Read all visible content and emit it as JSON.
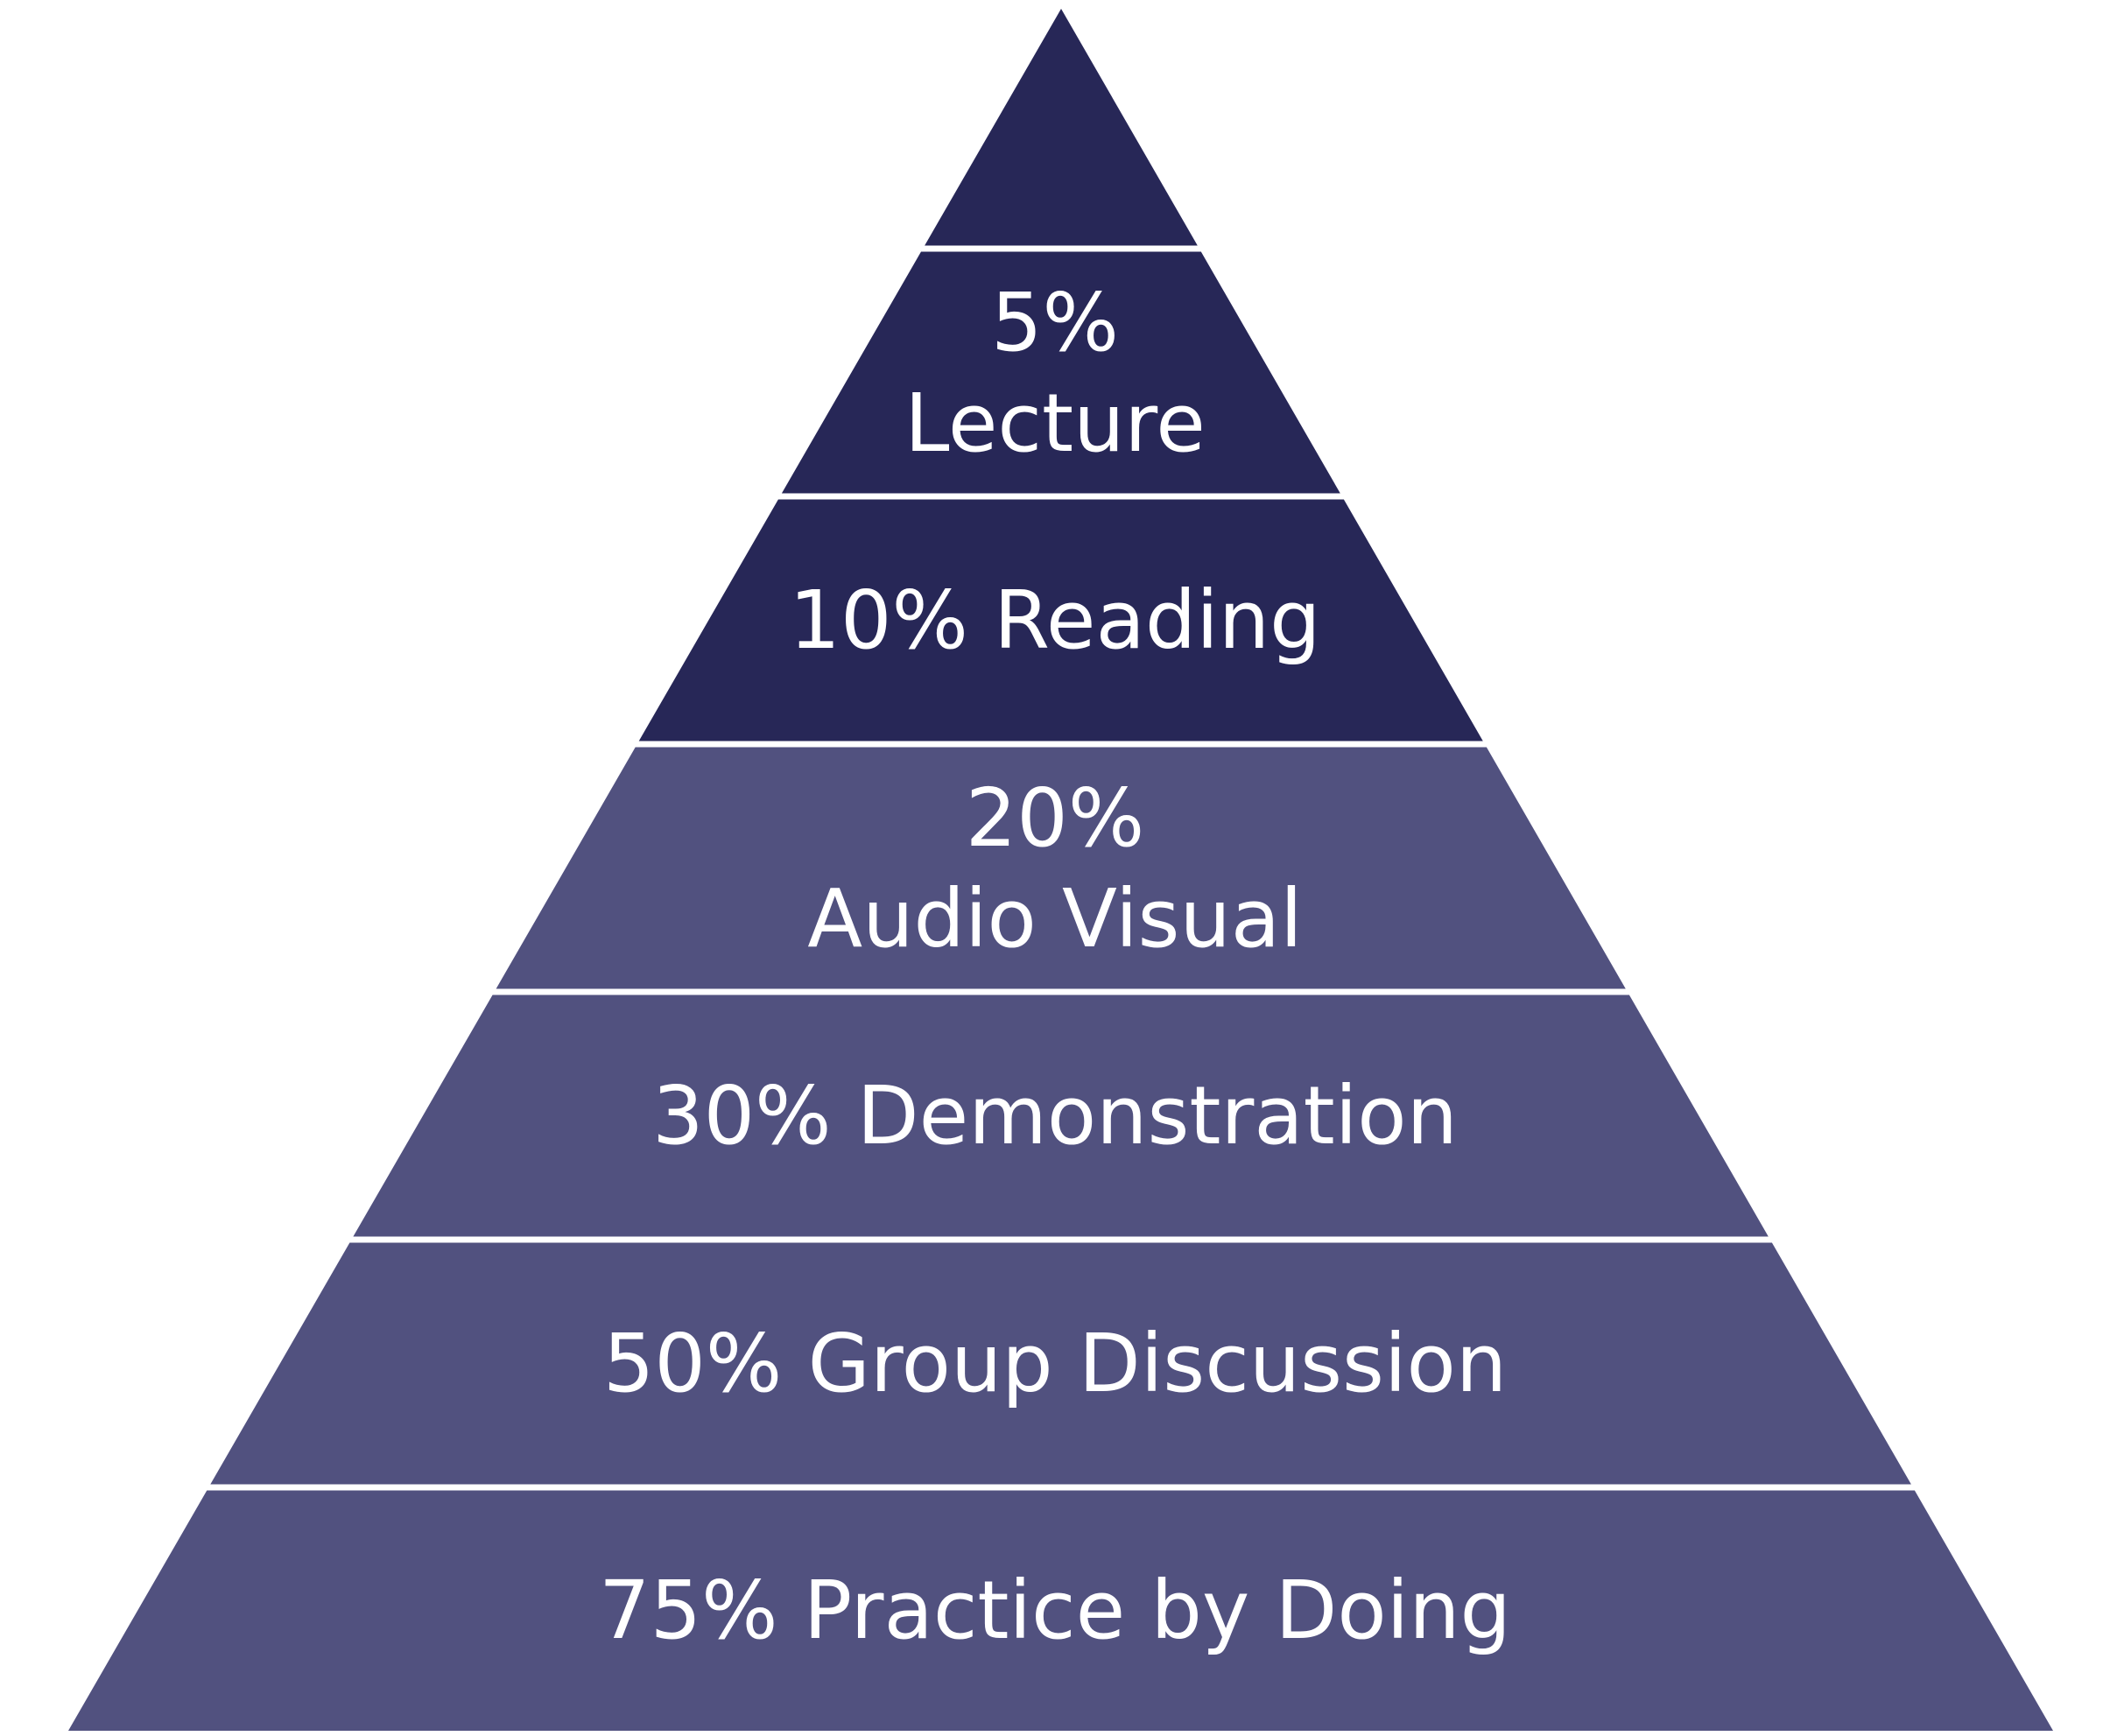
{
  "colors": {
    "dark_tier": "#272757",
    "light_tier": "#51517f",
    "separator": "#ffffff",
    "text": "#ffffff"
  },
  "tiers": [
    {
      "lines": [],
      "shade": "dark"
    },
    {
      "lines": [
        "5%",
        "Lecture"
      ],
      "shade": "dark"
    },
    {
      "lines": [
        "10% Reading"
      ],
      "shade": "dark"
    },
    {
      "lines": [
        "20%",
        "Audio Visual"
      ],
      "shade": "light"
    },
    {
      "lines": [
        "30% Demonstration"
      ],
      "shade": "light"
    },
    {
      "lines": [
        "50% Group Discussion"
      ],
      "shade": "light"
    },
    {
      "lines": [
        "75% Practice by Doing"
      ],
      "shade": "light"
    }
  ]
}
